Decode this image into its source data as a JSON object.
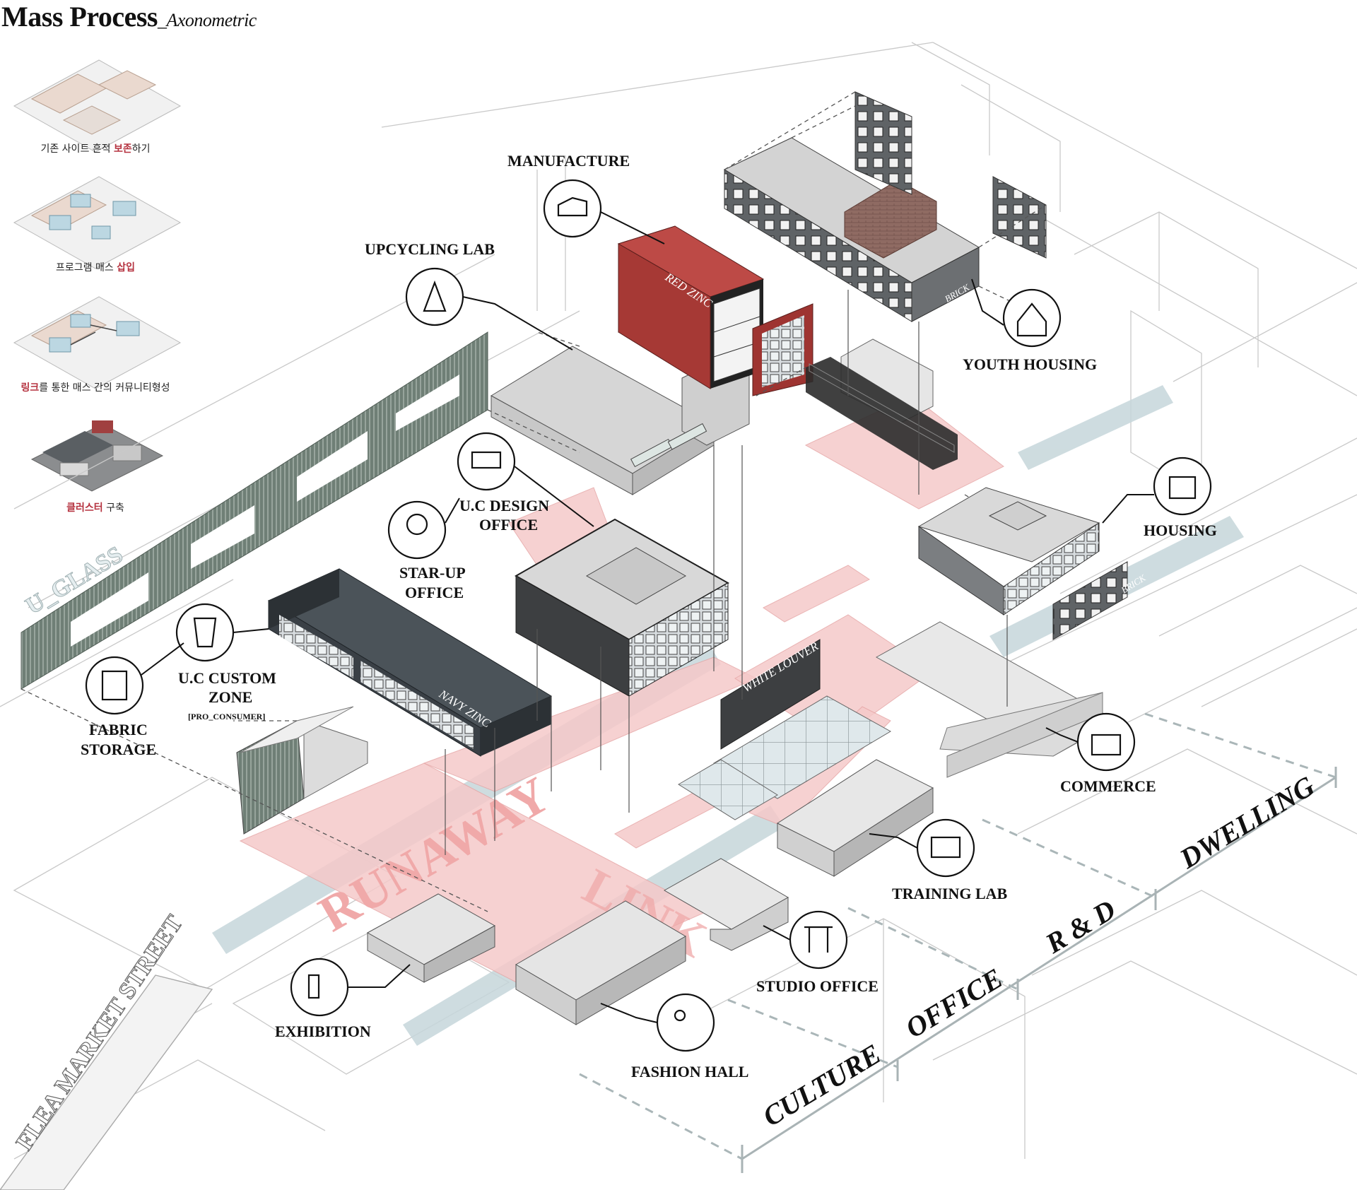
{
  "title": {
    "main": "Mass Process",
    "sub": "_Axonometric"
  },
  "process_steps": [
    {
      "pre": "기존 사이트 흔적 ",
      "highlight": "보존",
      "post": "하기"
    },
    {
      "pre": "프로그램 매스 ",
      "highlight": "삽입",
      "post": ""
    },
    {
      "pre": "",
      "highlight": "링크",
      "post": "를 통한 매스 간의 커뮤니티형성"
    },
    {
      "pre": "",
      "highlight": "클러스터",
      "post": " 구축"
    }
  ],
  "program_labels": {
    "manufacture": "MANUFACTURE",
    "upcycling_lab": "UPCYCLING LAB",
    "youth_housing": "YOUTH HOUSING",
    "uc_design_office_1": "U.C DESIGN",
    "uc_design_office_2": "OFFICE",
    "startup_office_1": "STAR-UP",
    "startup_office_2": "OFFICE",
    "uc_custom_zone_1": "U.C CUSTOM",
    "uc_custom_zone_2": "ZONE",
    "uc_custom_zone_3": "[PRO_CONSUMER]",
    "fabric_storage_1": "FABRIC",
    "fabric_storage_2": "STORAGE",
    "housing": "HOUSING",
    "commerce": "COMMERCE",
    "training_lab": "TRAINING LAB",
    "studio_office": "STUDIO OFFICE",
    "exhibition": "EXHIBITION",
    "fashion_hall": "FASHION HALL"
  },
  "materials": {
    "red_zinc": "RED ZINC",
    "navy_zinc": "NAVY ZINC",
    "white_louver": "WHITE LOUVER",
    "brick_1": "BRICK",
    "brick_2": "BRICK",
    "u_glass": "U_GLASS"
  },
  "ground_text": {
    "runway": "RUNAWAY",
    "link": "LINK",
    "street": "FLEA MARKET STREET"
  },
  "zones": [
    "CULTURE",
    "OFFICE",
    "R & D",
    "DWELLING"
  ],
  "colors": {
    "red_zinc": "#9e3431",
    "navy_zinc": "#3a4046",
    "link_pink": "#f5c9c9",
    "road_blue": "#c6d6da",
    "grey_roof": "#d6d6d6",
    "glass_green": "#6f7f76"
  }
}
